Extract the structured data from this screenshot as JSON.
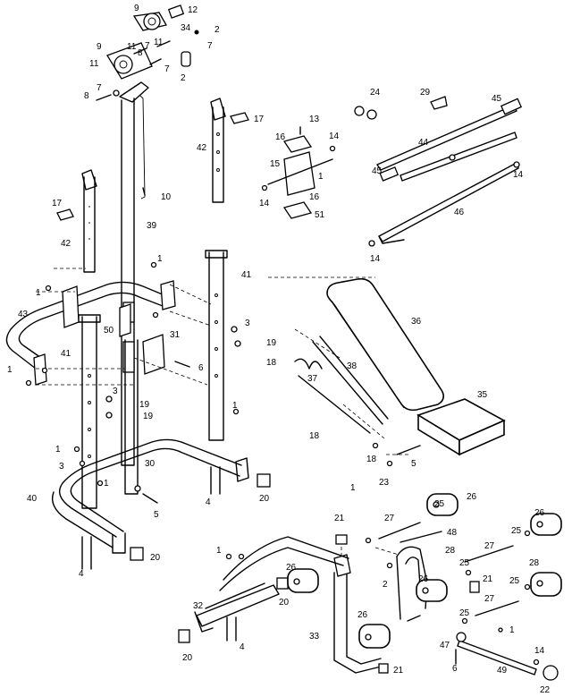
{
  "callouts": [
    "9",
    "12",
    "34",
    "2",
    "9",
    "11",
    "7",
    "11",
    "8",
    "7",
    "11",
    "7",
    "2",
    "8",
    "7",
    "24",
    "29",
    "45",
    "17",
    "13",
    "42",
    "16",
    "14",
    "15",
    "1",
    "44",
    "45",
    "14",
    "17",
    "10",
    "14",
    "16",
    "51",
    "46",
    "42",
    "39",
    "14",
    "1",
    "1",
    "41",
    "43",
    "36",
    "3",
    "50",
    "31",
    "19",
    "19",
    "18",
    "38",
    "41",
    "6",
    "1",
    "37",
    "35",
    "3",
    "19",
    "1",
    "18",
    "30",
    "1",
    "3",
    "40",
    "1",
    "5",
    "4",
    "20",
    "18",
    "5",
    "23",
    "26",
    "1",
    "25",
    "21",
    "27",
    "20",
    "48",
    "26",
    "25",
    "28",
    "27",
    "1",
    "26",
    "28",
    "25",
    "21",
    "2",
    "26",
    "20",
    "32",
    "27",
    "25",
    "33",
    "26",
    "25",
    "47",
    "6",
    "21",
    "1",
    "20",
    "4",
    "14",
    "49",
    "22",
    "4"
  ]
}
